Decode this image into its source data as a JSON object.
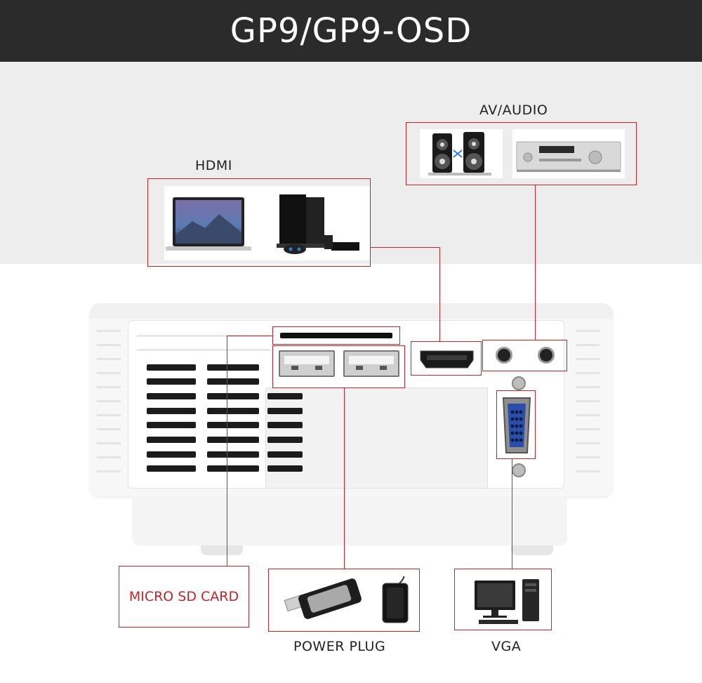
{
  "header": {
    "title": "GP9/GP9-OSD"
  },
  "colors": {
    "accent": "#c0272d",
    "header_bg": "#2b2b2b",
    "band_bg": "#ededed"
  },
  "labels": {
    "av_audio": "AV/AUDIO",
    "hdmi": "HDMI",
    "micro_sd": "MICRO SD CARD",
    "power_plug": "POWER PLUG",
    "vga": "VGA"
  }
}
